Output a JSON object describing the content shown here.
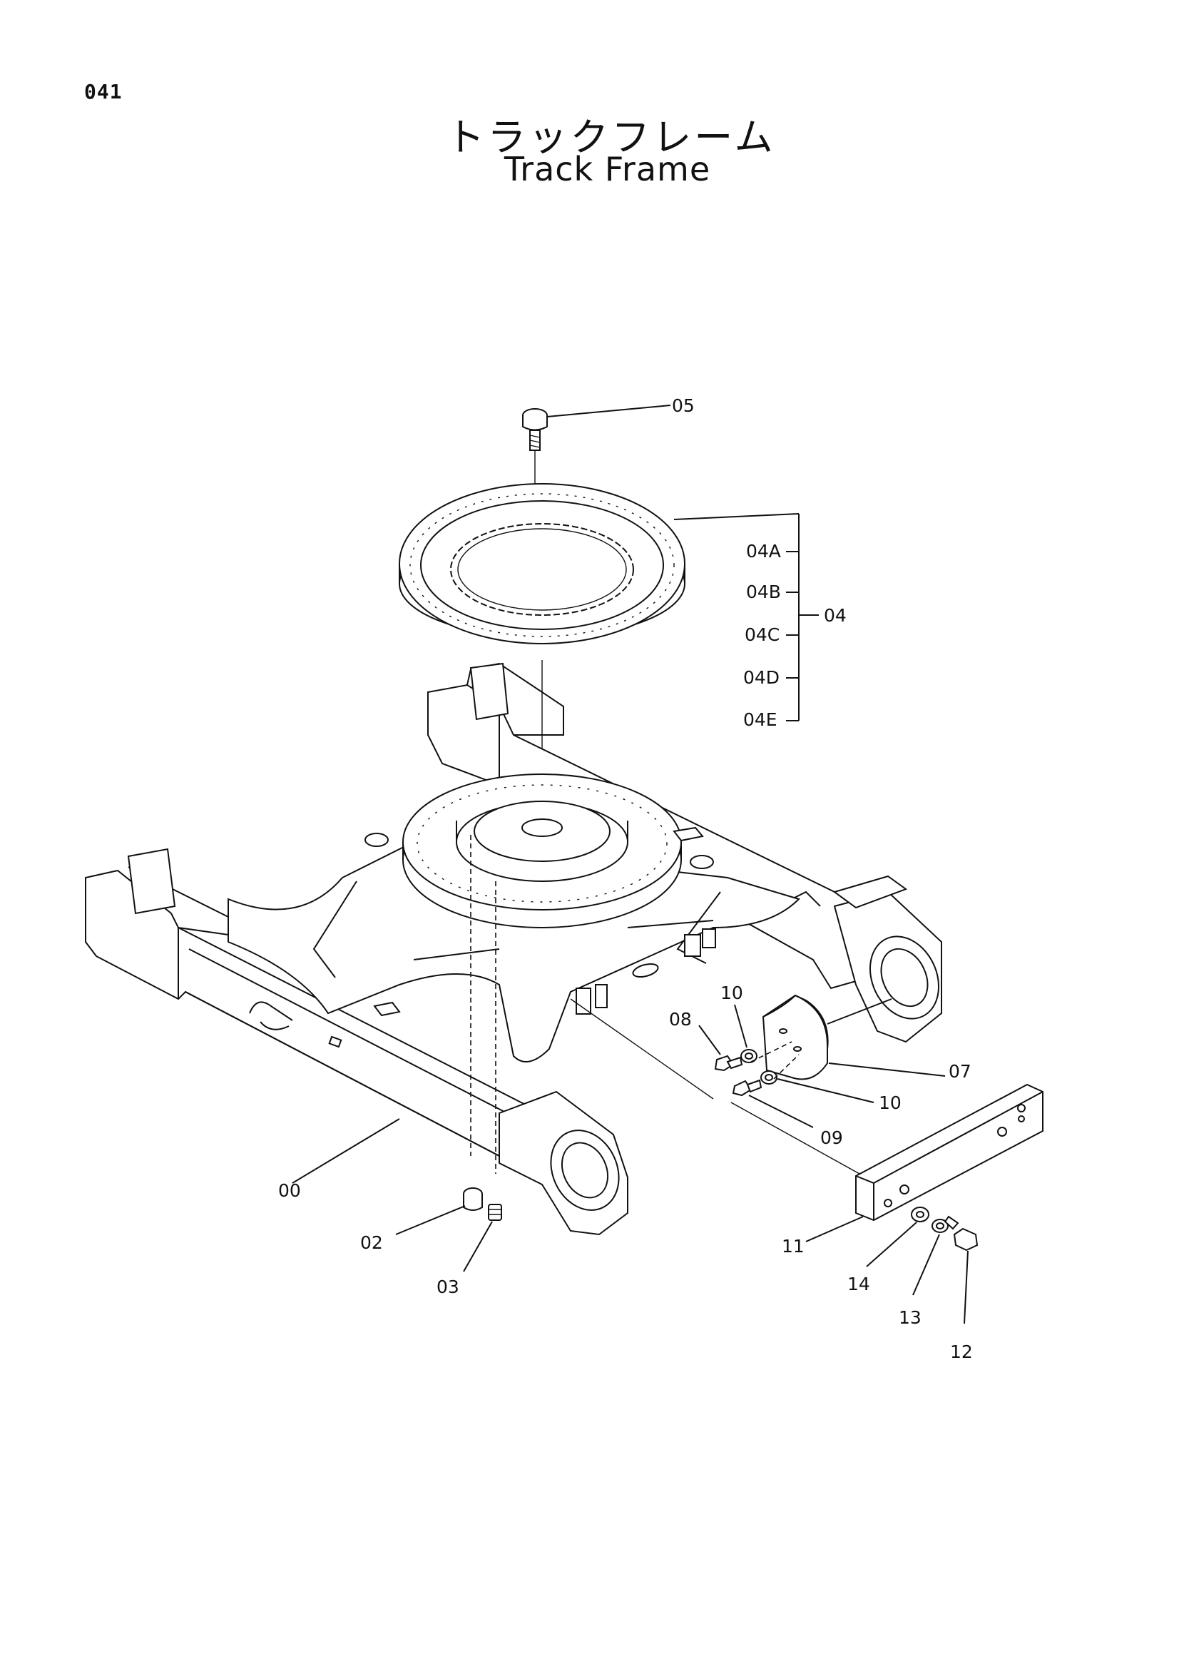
{
  "page": {
    "page_number": "041",
    "title_jp": "トラックフレーム",
    "title_en": "Track Frame"
  },
  "labels": {
    "p05": "05",
    "p04A": "04A",
    "p04B": "04B",
    "p04": "04",
    "p04C": "04C",
    "p04D": "04D",
    "p04E": "04E",
    "p10a": "10",
    "p08": "08",
    "p07": "07",
    "p10b": "10",
    "p09": "09",
    "p00": "00",
    "p02": "02",
    "p03": "03",
    "p11": "11",
    "p14": "14",
    "p13": "13",
    "p12": "12"
  }
}
